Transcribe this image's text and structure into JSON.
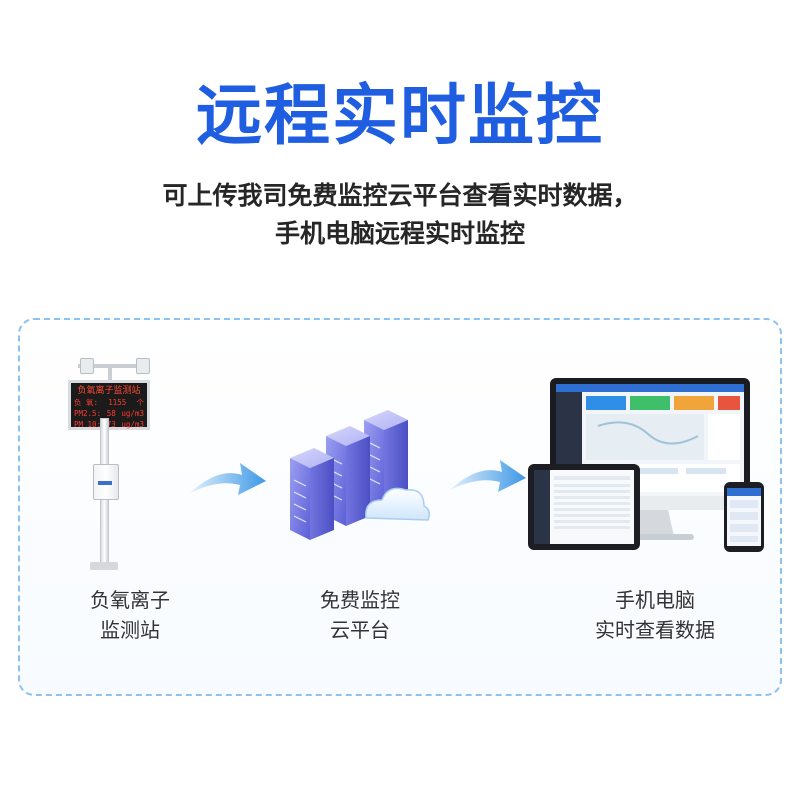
{
  "header": {
    "title": "远程实时监控",
    "subtitle_line1": "可上传我司免费监控云平台查看实时数据，",
    "subtitle_line2": "手机电脑远程实时监控"
  },
  "station": {
    "led_title": "负氧离子监测站",
    "rows": [
      {
        "label": "负 氧:",
        "value": "1155",
        "unit": "个"
      },
      {
        "label": "PM2.5:",
        "value": "58",
        "unit": "ug/m3"
      },
      {
        "label": "PM 10:",
        "value": "73",
        "unit": "ug/m3"
      }
    ],
    "caption_line1": "负氧离子",
    "caption_line2": "监测站"
  },
  "cloud": {
    "caption_line1": "免费监控",
    "caption_line2": "云平台"
  },
  "devices": {
    "caption_line1": "手机电脑",
    "caption_line2": "实时查看数据"
  },
  "colors": {
    "title": "#1f5ee0",
    "panel_border": "#8fc1ee",
    "arrow": "#4aa3ea",
    "server": "#7b7fe6",
    "led_text": "#ff3b2f"
  }
}
